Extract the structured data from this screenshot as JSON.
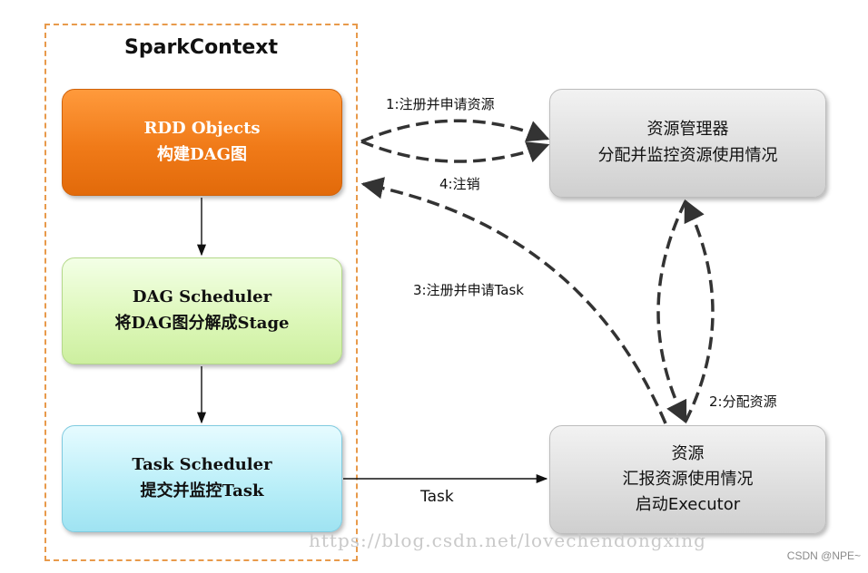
{
  "spark_context": {
    "title": "SparkContext"
  },
  "rdd_box": {
    "line1": "RDD Objects",
    "line2": "构建DAG图"
  },
  "dag_box": {
    "line1": "DAG Scheduler",
    "line2": "将DAG图分解成Stage"
  },
  "task_box": {
    "line1": "Task Scheduler",
    "line2": "提交并监控Task"
  },
  "resource_manager": {
    "line1": "资源管理器",
    "line2": "分配并监控资源使用情况"
  },
  "resource": {
    "line1": "资源",
    "line2": "汇报资源使用情况",
    "line3": "启动Executor"
  },
  "edges": {
    "register": "1:注册并申请资源",
    "allocate": "2:分配资源",
    "register_task": "3:注册并申请Task",
    "deregister": "4:注销",
    "task": "Task"
  },
  "watermark": "https://blog.csdn.net/lovechendongxing",
  "credit": "CSDN @NPE~",
  "colors": {
    "frame_border": "#e89a4b",
    "rdd_fill": "#f07a18",
    "dag_fill": "#dcf7b8",
    "task_fill": "#b8eef8",
    "grey_fill": "#dddddd",
    "arrow": "#333333"
  }
}
